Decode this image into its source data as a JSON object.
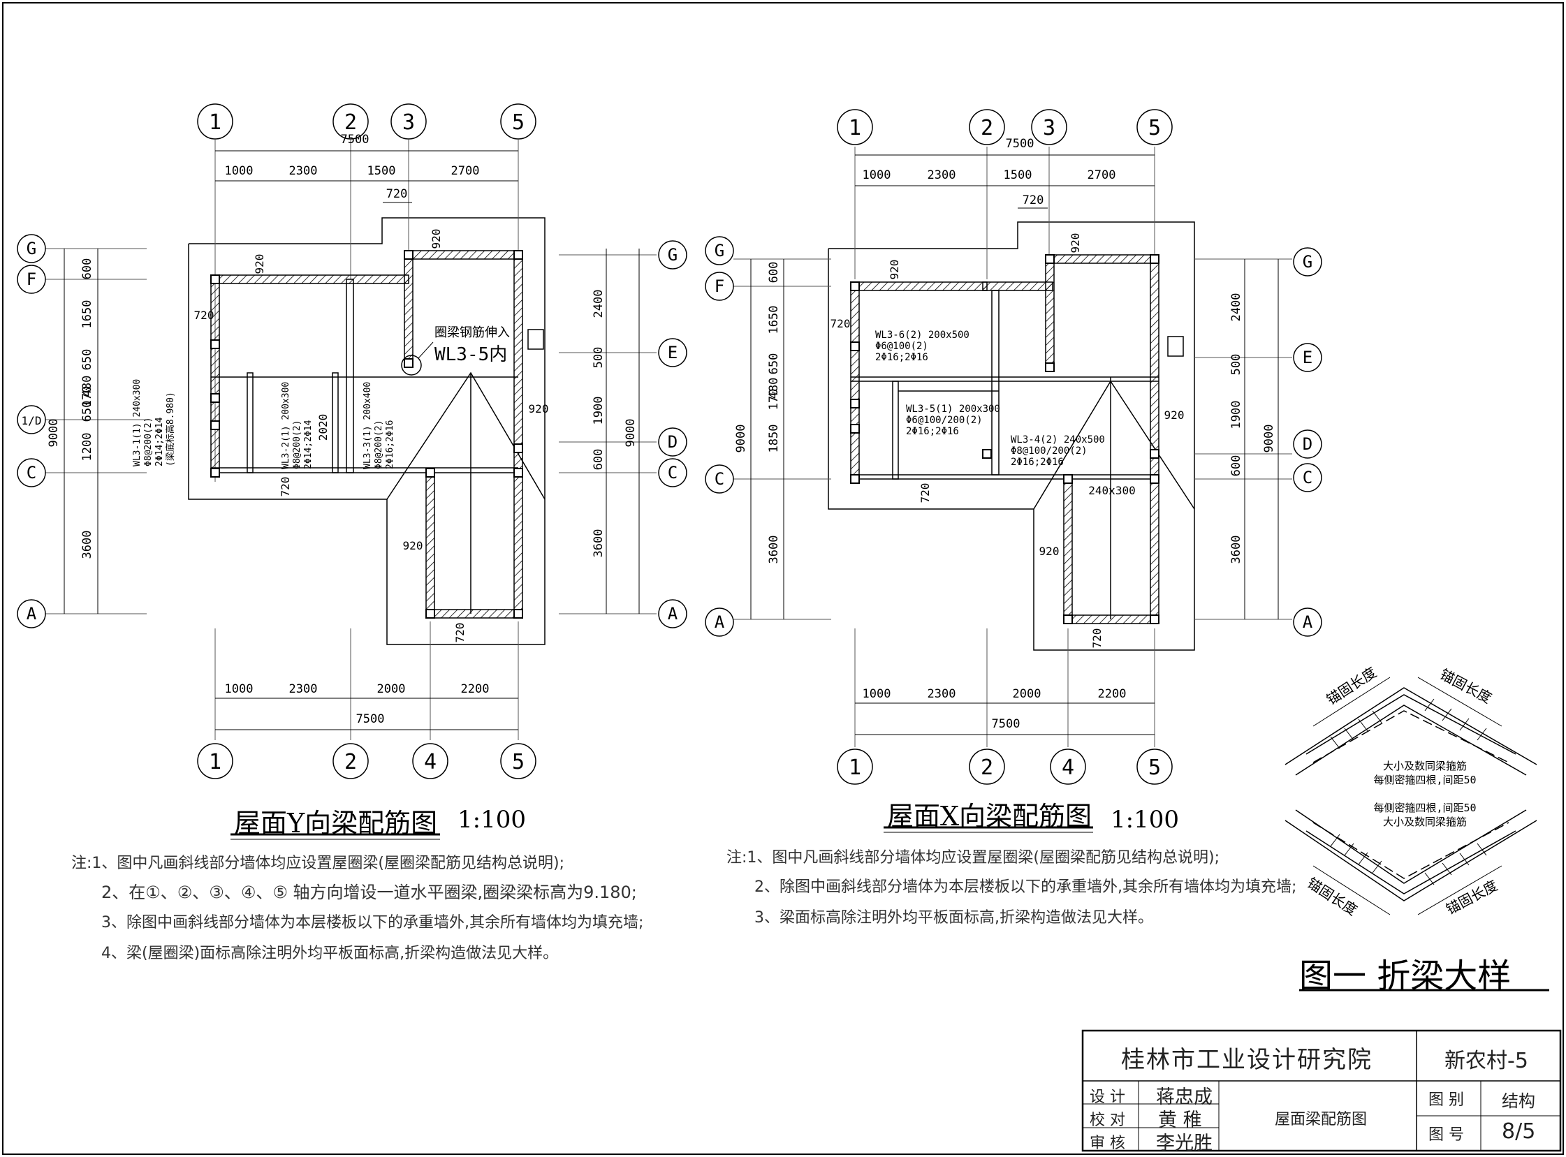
{
  "left_plan": {
    "title": "屋面Y向梁配筋图",
    "scale": "1:100",
    "axes_top": [
      "1",
      "2",
      "3",
      "5"
    ],
    "axes_bottom": [
      "1",
      "2",
      "4",
      "5"
    ],
    "axes_left": [
      "G",
      "F",
      "1/D",
      "C",
      "A"
    ],
    "axes_right": [
      "G",
      "E",
      "D",
      "C",
      "A"
    ],
    "top_total": "7500",
    "top_dims": [
      "1000",
      "2300",
      "1500",
      "2700"
    ],
    "top_offset": "720",
    "bottom_dims": [
      "1000",
      "2300",
      "2000",
      "2200"
    ],
    "bottom_total": "7500",
    "left_dims": [
      "600",
      "1650",
      "650",
      "480",
      "170",
      "650",
      "1200",
      "3600"
    ],
    "left_total": "9000",
    "right_dims": [
      "2400",
      "500",
      "1900",
      "600",
      "3600"
    ],
    "right_total": "9000",
    "wall_dims": [
      "920",
      "920",
      "720",
      "920",
      "720",
      "920",
      "720",
      "2020"
    ],
    "annotation_ringbeam_1": "圈梁钢筋伸入",
    "annotation_ringbeam_2": "WL3-5内",
    "beam_wl31": [
      "WL3-1(1) 240x300",
      "Φ8@200(2)",
      "2Φ14;2Φ14",
      "(梁底标高8.980)"
    ],
    "beam_wl32": [
      "WL3-2(1) 200x300",
      "Φ8@200(2)",
      "2Φ14;2Φ14"
    ],
    "beam_wl33": [
      "WL3-3(1) 200x400",
      "Φ8@200(2)",
      "2Φ16;2Φ16"
    ]
  },
  "right_plan": {
    "title": "屋面X向梁配筋图",
    "scale": "1:100",
    "axes_top": [
      "1",
      "2",
      "3",
      "5"
    ],
    "axes_bottom": [
      "1",
      "2",
      "4",
      "5"
    ],
    "axes_left": [
      "G",
      "F",
      "C",
      "A"
    ],
    "axes_right": [
      "G",
      "E",
      "D",
      "C",
      "A"
    ],
    "top_total": "7500",
    "top_dims": [
      "1000",
      "2300",
      "1500",
      "2700"
    ],
    "top_offset": "720",
    "bottom_dims": [
      "1000",
      "2300",
      "2000",
      "2200"
    ],
    "bottom_total": "7500",
    "left_dims": [
      "600",
      "1650",
      "650",
      "480",
      "170",
      "1850",
      "3600"
    ],
    "left_total": "9000",
    "right_dims": [
      "2400",
      "500",
      "1900",
      "600",
      "3600"
    ],
    "right_total": "9000",
    "wall_dims": [
      "920",
      "920",
      "720",
      "920",
      "720",
      "920",
      "720",
      "240x300"
    ],
    "beam_wl36": [
      "WL3-6(2) 200x500",
      "Φ6@100(2)",
      "2Φ16;2Φ16"
    ],
    "beam_wl35": [
      "WL3-5(1) 200x300",
      "Φ6@100/200(2)",
      "2Φ16;2Φ16"
    ],
    "beam_wl34": [
      "WL3-4(2) 240x500",
      "Φ8@100/200(2)",
      "2Φ16;2Φ16"
    ]
  },
  "notes_left": [
    "注:1、图中凡画斜线部分墙体均应设置屋圈梁(屋圈梁配筋见结构总说明);",
    "2、在①、②、③、④、⑤ 轴方向增设一道水平圈梁,圈梁梁标高为9.180;",
    "3、除图中画斜线部分墙体为本层楼板以下的承重墙外,其余所有墙体均为填充墙;",
    "4、梁(屋圈梁)面标高除注明外均平板面标高,折梁构造做法见大样。"
  ],
  "notes_right": [
    "注:1、图中凡画斜线部分墙体均应设置屋圈梁(屋圈梁配筋见结构总说明);",
    "2、除图中画斜线部分墙体为本层楼板以下的承重墙外,其余所有墙体均为填充墙;",
    "3、梁面标高除注明外均平板面标高,折梁构造做法见大样。"
  ],
  "detail": {
    "title": "图一 折梁大样",
    "anchor_label": "锚固长度",
    "stirrup_note_1a": "大小及数同梁箍筋",
    "stirrup_note_1b": "每侧密箍四根,间距50",
    "stirrup_note_2a": "每侧密箍四根,间距50",
    "stirrup_note_2b": "大小及数同梁箍筋"
  },
  "title_block": {
    "institute": "桂林市工业设计研究院",
    "project": "新农村-5",
    "design_label": "设 计",
    "check_label": "校 对",
    "review_label": "审 核",
    "designer": "蒋忠成",
    "checker": "黄 稚",
    "reviewer": "李光胜",
    "drawing_name": "屋面梁配筋图",
    "category_label": "图 别",
    "category": "结构",
    "number_label": "图 号",
    "number": "8/5"
  }
}
